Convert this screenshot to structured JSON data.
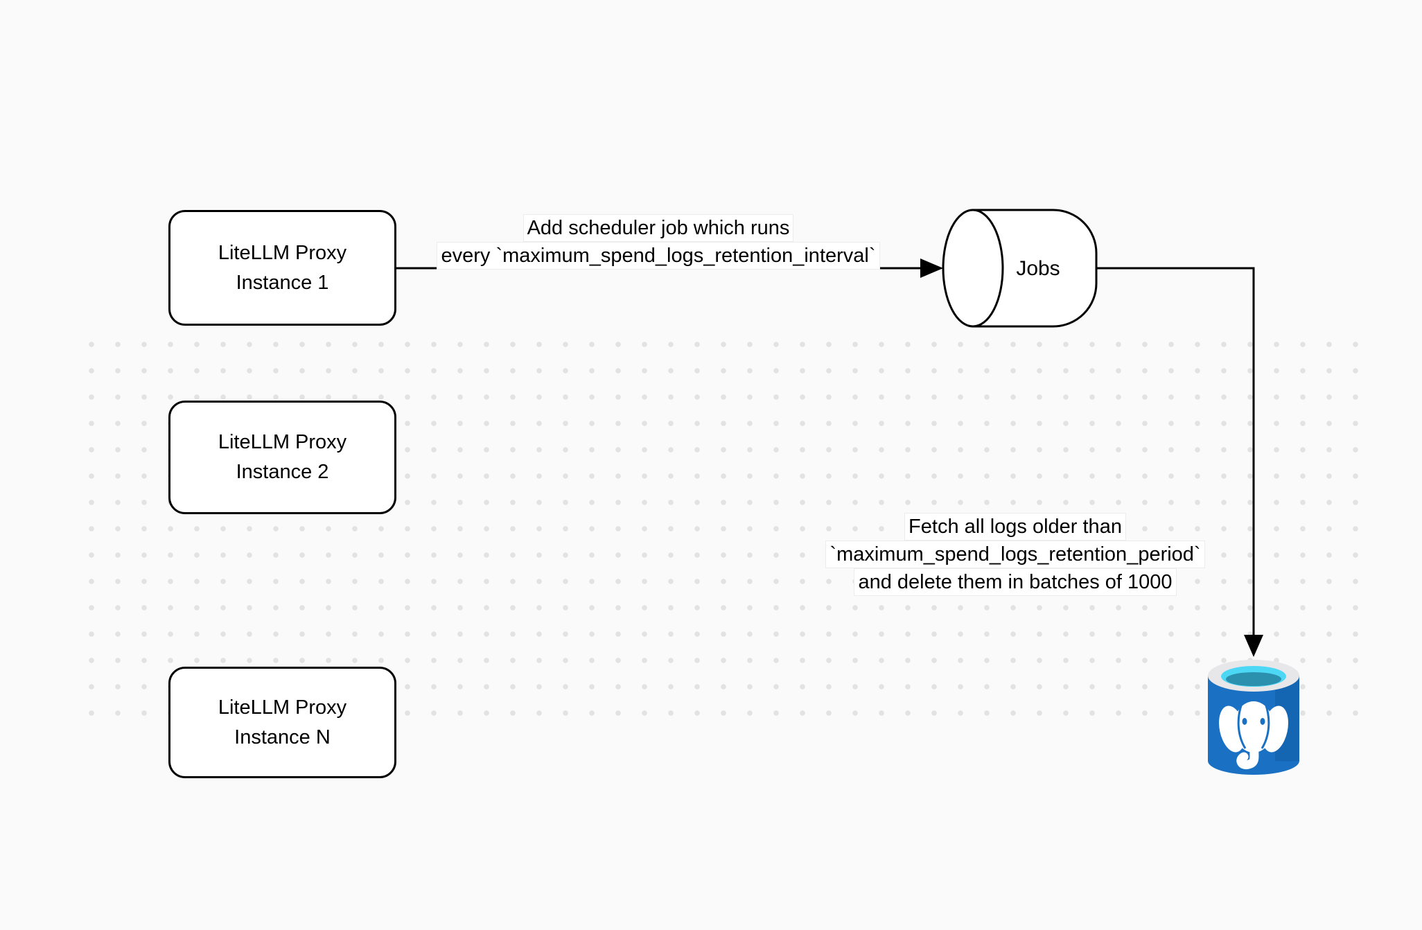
{
  "colors": {
    "background": "#fafafa",
    "dot": "#e2e2e2",
    "stroke": "#000000",
    "node_fill": "#ffffff",
    "text": "#000000",
    "label_bg": "#ffffff",
    "label_border": "#ececec",
    "postgres_blue": "#1a70c2",
    "postgres_blue_dark": "#135ea6",
    "postgres_rim": "#e7e7e9",
    "postgres_cyan": "#4cd7f5",
    "postgres_teal": "#2b90ad"
  },
  "nodes": {
    "proxy1": {
      "line1": "LiteLLM Proxy",
      "line2": "Instance 1"
    },
    "proxy2": {
      "line1": "LiteLLM Proxy",
      "line2": "Instance 2"
    },
    "proxyN": {
      "line1": "LiteLLM Proxy",
      "line2": "Instance N"
    },
    "jobs": {
      "label": "Jobs"
    }
  },
  "edges": {
    "add_job": {
      "line1": "Add scheduler job which runs",
      "line2": "every `maximum_spend_logs_retention_interval`"
    },
    "fetch_delete": {
      "line1": "Fetch all logs older than",
      "line2": "`maximum_spend_logs_retention_period`",
      "line3": "and delete them in batches of 1000"
    }
  },
  "icons": {
    "postgres": "postgresql-database-icon",
    "jobs_queue": "queue-cylinder-shape"
  }
}
